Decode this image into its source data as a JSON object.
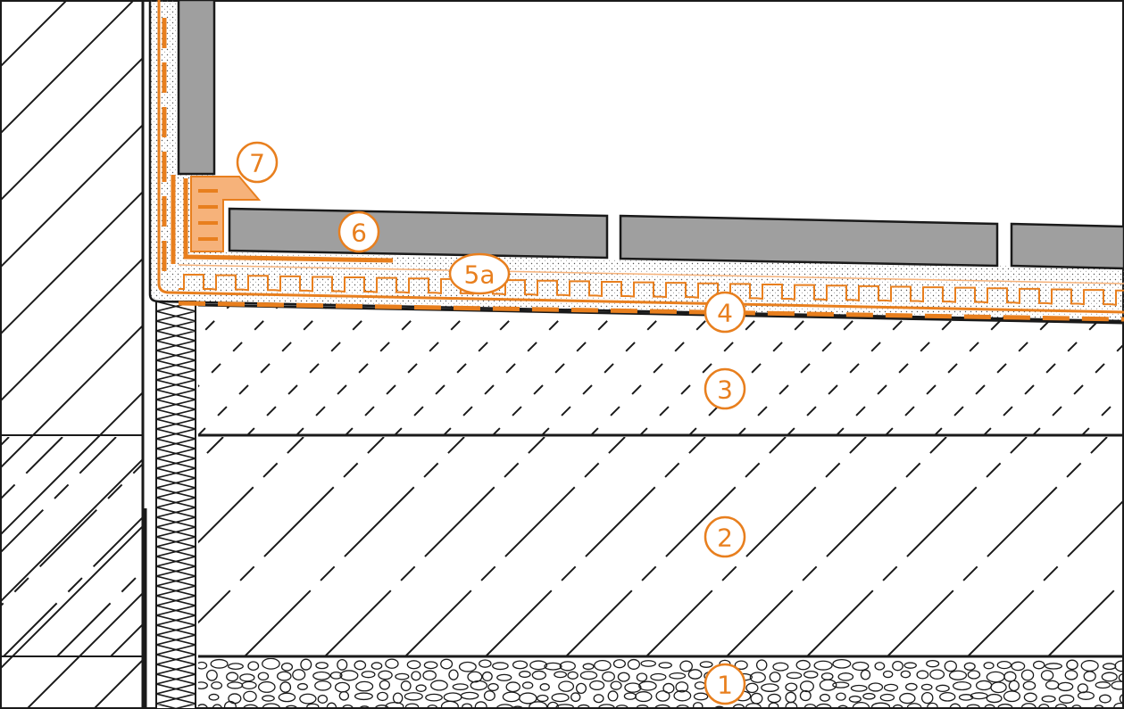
{
  "colors": {
    "accent": "#e87f1e",
    "accent_light": "#f6b27a",
    "tile": "#9f9f9f",
    "line": "#1a1a1a",
    "background": "#ffffff"
  },
  "labels": [
    {
      "id": "1",
      "text": "1"
    },
    {
      "id": "2",
      "text": "2"
    },
    {
      "id": "3",
      "text": "3"
    },
    {
      "id": "4",
      "text": "4"
    },
    {
      "id": "5a",
      "text": "5a"
    },
    {
      "id": "6",
      "text": "6"
    },
    {
      "id": "7",
      "text": "7"
    }
  ]
}
